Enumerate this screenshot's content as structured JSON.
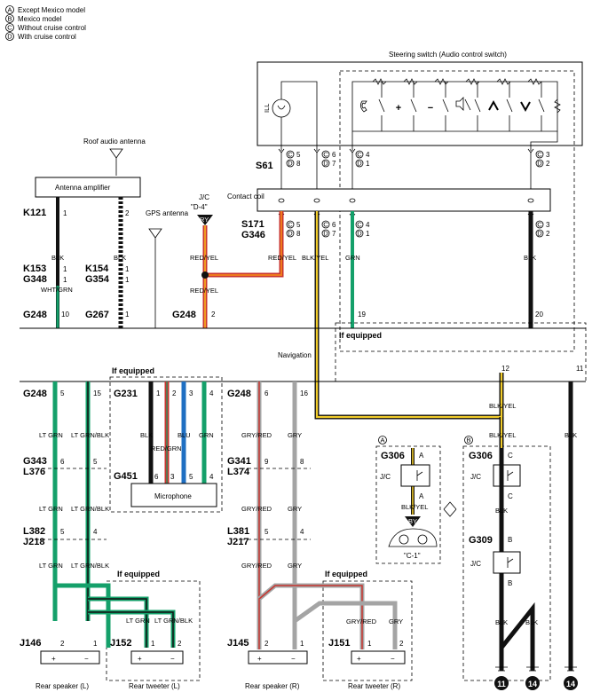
{
  "legend": {
    "A": "Except Mexico model",
    "B": "Mexico model",
    "C": "Without cruise control",
    "D": "With cruise control"
  },
  "variant_letters": {
    "A": "A",
    "B": "B",
    "C": "C",
    "D": "D"
  },
  "components": {
    "steering_switch": "Steering switch (Audio control switch)",
    "contact_coil": "Contact coil",
    "roof_antenna": "Roof audio antenna",
    "antenna_amp": "Antenna amplifier",
    "gps_antenna": "GPS antenna",
    "navigation": "Navigation",
    "microphone": "Microphone",
    "rear_speaker_l": "Rear speaker (L)",
    "rear_tweeter_l": "Rear tweeter (L)",
    "rear_speaker_r": "Rear speaker (R)",
    "rear_tweeter_r": "Rear tweeter (R)",
    "ill": "ILL",
    "jc": "J/C",
    "jc_ref_d4": "\"D-4\"",
    "jc_ref_c1": "\"C-1\"",
    "ry": "RY",
    "by": "BY",
    "if_equipped": "If equipped",
    "plus": "+",
    "minus": "−"
  },
  "connectors": {
    "S61": "S61",
    "S171": "S171",
    "G346": "G346",
    "K121": "K121",
    "K153": "K153",
    "G348": "G348",
    "K154": "K154",
    "G354": "G354",
    "G248": "G248",
    "G267": "G267",
    "G231": "G231",
    "G451": "G451",
    "G343": "G343",
    "L376": "L376",
    "L382": "L382",
    "J218": "J218",
    "J146": "J146",
    "J152": "J152",
    "G341": "G341",
    "L374": "L374",
    "L381": "L381",
    "J217": "J217",
    "J145": "J145",
    "J151": "J151",
    "G306": "G306",
    "G309": "G309"
  },
  "pins": {
    "p1": "1",
    "p2": "2",
    "p3": "3",
    "p4": "4",
    "p5": "5",
    "p6": "6",
    "p7": "7",
    "p8": "8",
    "p9": "9",
    "p10": "10",
    "p11": "11",
    "p12": "12",
    "p15": "15",
    "p16": "16",
    "p19": "19",
    "p20": "20",
    "pA": "A",
    "pB": "B",
    "pC": "C"
  },
  "wires": {
    "BLK": "BLK",
    "WHT_GRN": "WHT/GRN",
    "RED_YEL": "RED/YEL",
    "BLK_YEL": "BLK/YEL",
    "GRN": "GRN",
    "RED_GRN": "RED/GRN",
    "BLU": "BLU",
    "LT_GRN": "LT GRN",
    "LT_GRN_BLK": "LT GRN/BLK",
    "GRY_RED": "GRY/RED",
    "GRY": "GRY"
  },
  "grounds": {
    "g11": "11",
    "g14": "14"
  },
  "colors": {
    "blk": "#111111",
    "green": "#14a06a",
    "red": "#c8352f",
    "yellow": "#f2cc2a",
    "orange": "#ee7a1c",
    "blue": "#1f6fc2",
    "gray": "#a4a4a4"
  }
}
